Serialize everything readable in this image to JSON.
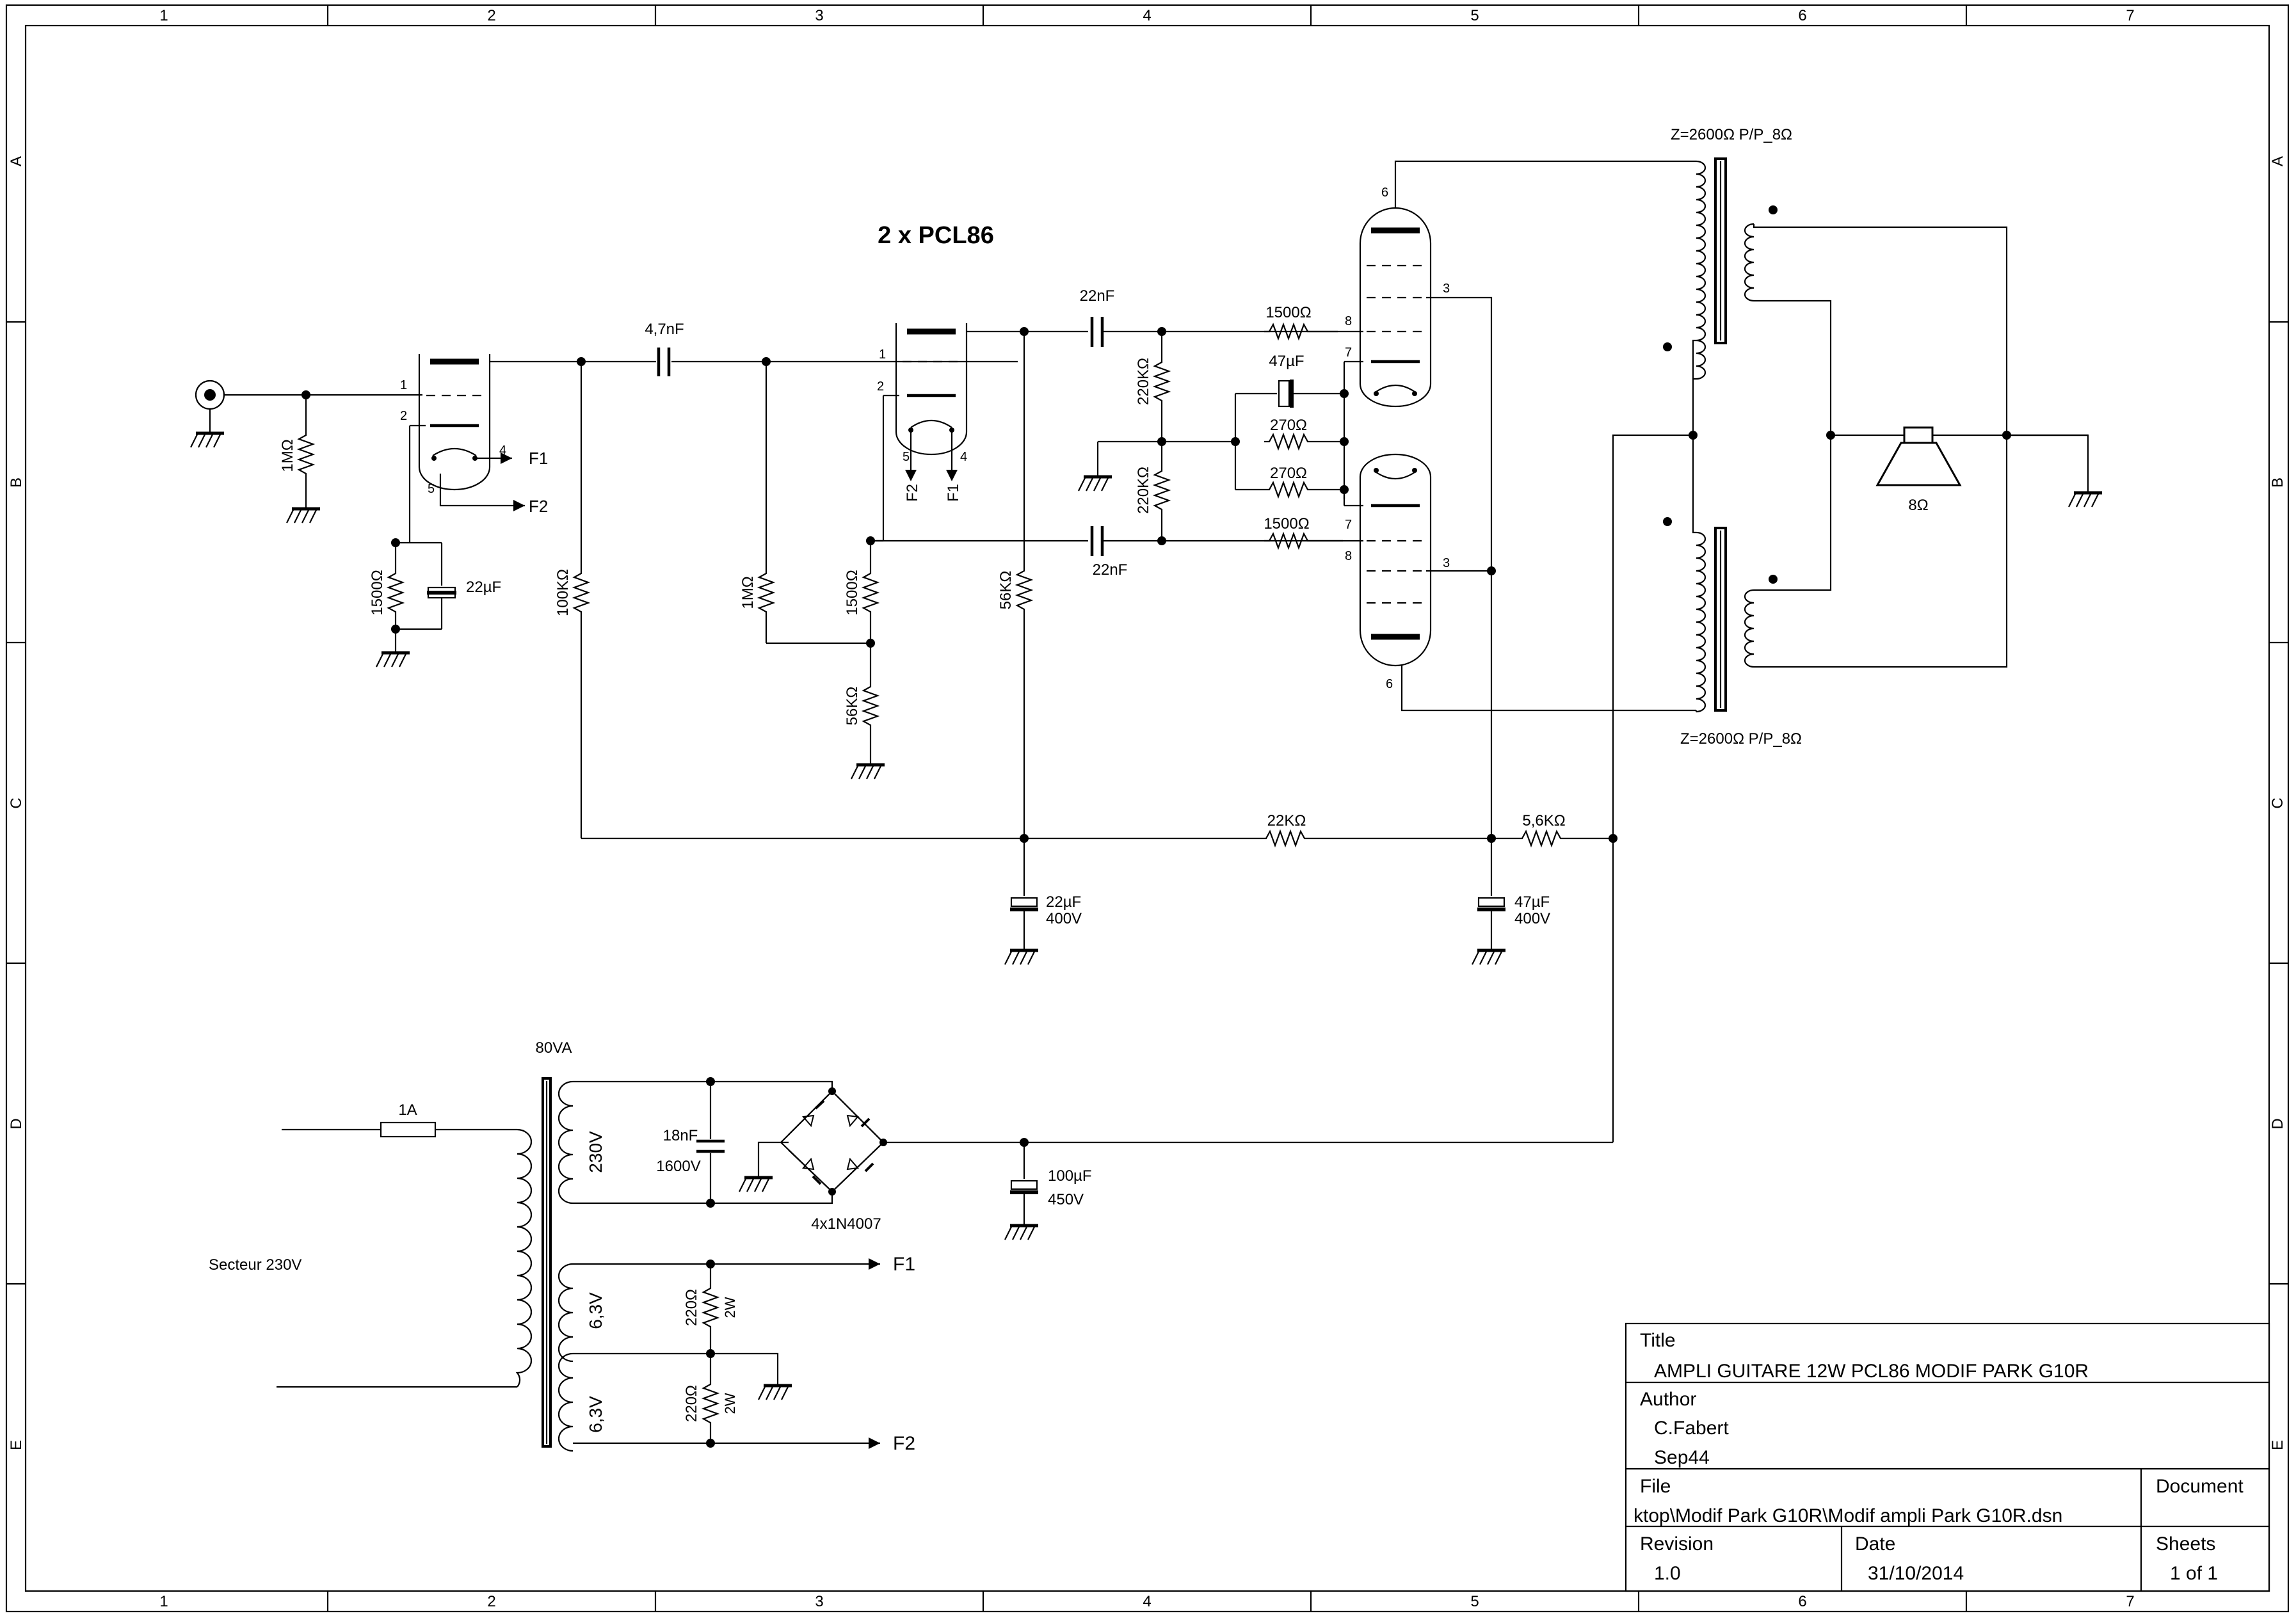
{
  "frame": {
    "col_labels": [
      "1",
      "2",
      "3",
      "4",
      "5",
      "6",
      "7"
    ],
    "row_labels": [
      "A",
      "B",
      "C",
      "D",
      "E"
    ]
  },
  "heading": "2 x PCL86",
  "title_block": {
    "title_label": "Title",
    "title": "AMPLI GUITARE 12W PCL86 MODIF PARK G10R",
    "author_label": "Author",
    "author": "C.Fabert",
    "author_extra": "Sep44",
    "file_label": "File",
    "file": "ktop\\Modif Park G10R\\Modif ampli Park G10R.dsn",
    "document_label": "Document",
    "revision_label": "Revision",
    "revision": "1.0",
    "date_label": "Date",
    "date": "31/10/2014",
    "sheets_label": "Sheets",
    "sheets": "1 of 1"
  },
  "components": {
    "r_in": "1MΩ",
    "r_k1": "1500Ω",
    "c_k1": "22µF",
    "r_plate1": "100KΩ",
    "c_coupling": "4,7nF",
    "r_grid2": "1MΩ",
    "r_k2": "1500Ω",
    "r_k2b": "56KΩ",
    "r_plate2": "56KΩ",
    "c_top": "22nF",
    "c_bot": "22nF",
    "r_g_top": "220KΩ",
    "r_g_bot": "220KΩ",
    "r_gs_top": "1500Ω",
    "r_gs_bot": "1500Ω",
    "c_k3": "47µF",
    "r_k3a": "270Ω",
    "r_k3b": "270Ω",
    "r_dec1": "22KΩ",
    "r_dec2": "5,6KΩ",
    "c_f1_value": "22µF",
    "c_f1_volt": "400V",
    "c_f2_value": "47µF",
    "c_f2_volt": "400V",
    "c_f3_value": "100µF",
    "c_f3_volt": "450V",
    "fuse": "1A",
    "transformer": "80VA",
    "mains": "Secteur 230V",
    "sec_hv": "230V",
    "sec_h1": "6,3V",
    "sec_h2": "6,3V",
    "c_snub_value": "18nF",
    "c_snub_volt": "1600V",
    "bridge": "4x1N4007",
    "r_h1": "220Ω",
    "r_h1_w": "2W",
    "r_h2": "220Ω",
    "r_h2_w": "2W",
    "ot_top": "Z=2600Ω P/P_8Ω",
    "ot_bot": "Z=2600Ω P/P_8Ω",
    "speaker": "8Ω"
  },
  "nets": {
    "f1": "F1",
    "f2": "F2"
  },
  "pins": {
    "v1_1": "1",
    "v1_2": "2",
    "v1_4": "4",
    "v1_5": "5",
    "v2_1": "1",
    "v2_2": "2",
    "v2_4": "4",
    "v2_5": "5",
    "v3_6": "6",
    "v3_3": "3",
    "v3_8": "8",
    "v3_7": "7",
    "v4_6": "6",
    "v4_3": "3",
    "v4_8": "8",
    "v4_7": "7"
  }
}
